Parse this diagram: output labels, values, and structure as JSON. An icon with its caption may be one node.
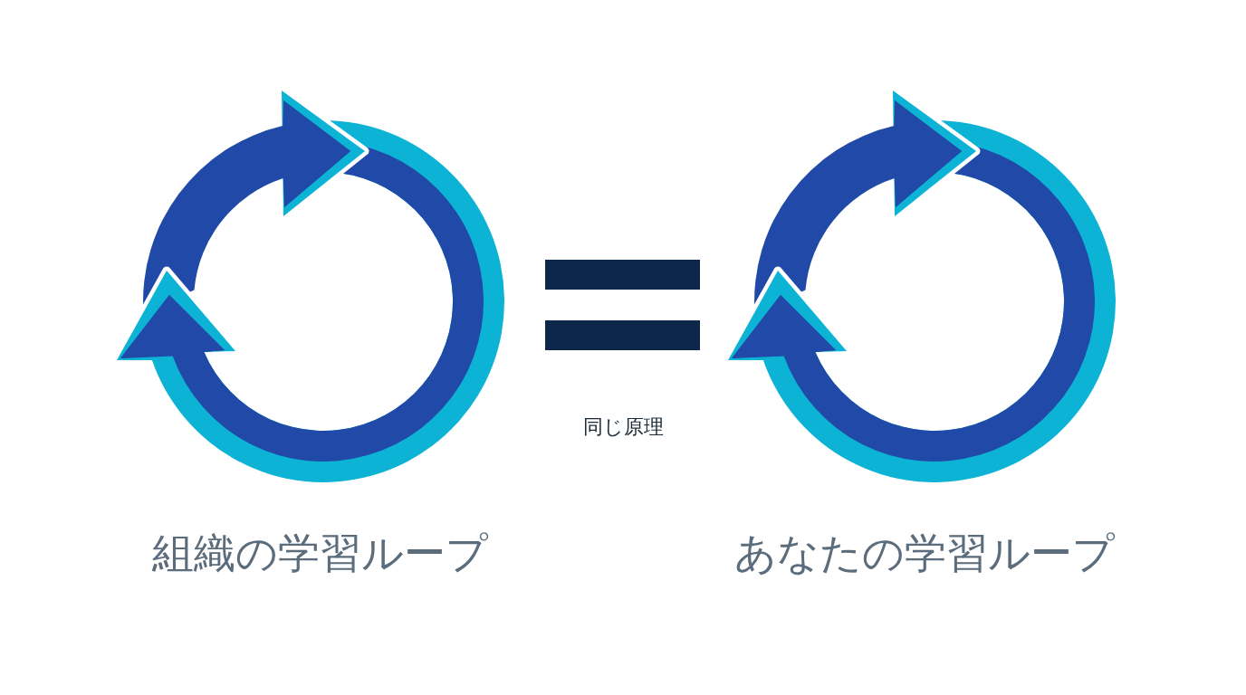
{
  "diagram": {
    "labels": [
      "組織の学習ループ",
      "同じ原理",
      "あなたの学習ループ"
    ]
  }
}
